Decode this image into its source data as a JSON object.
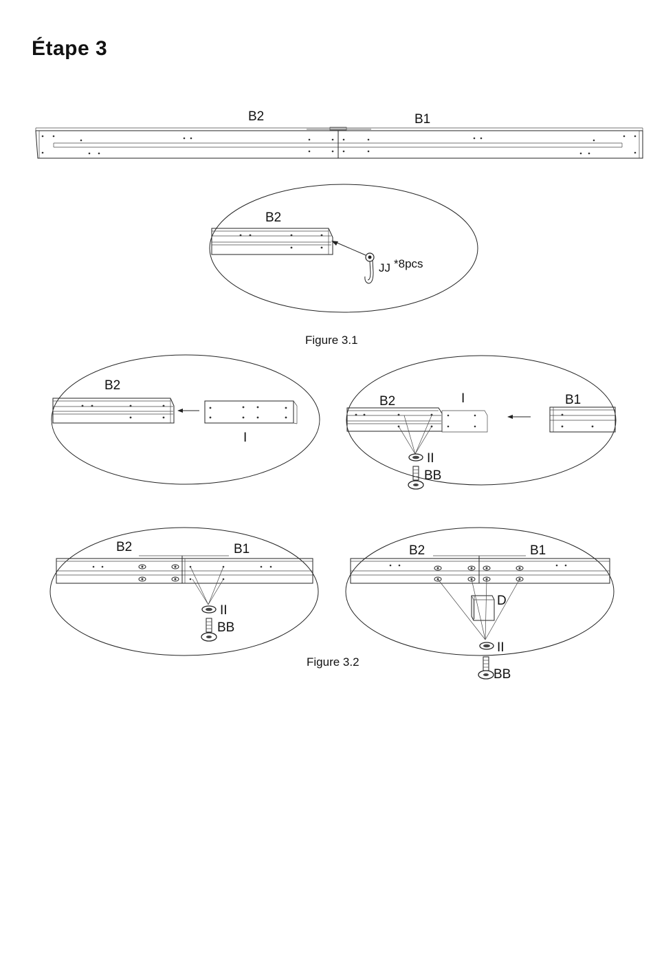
{
  "page": {
    "title": "Étape 3"
  },
  "top_view": {
    "label_left": "B2",
    "label_right": "B1"
  },
  "figure_3_1": {
    "rail_label": "B2",
    "hook_label": "JJ",
    "hook_qty": "*8pcs",
    "caption": "Figure 3.1"
  },
  "figure_3_2": {
    "panel_a": {
      "rail_label": "B2",
      "part_label": "I"
    },
    "panel_b": {
      "label_b2": "B2",
      "label_i": "I",
      "label_b1": "B1",
      "washer_label": "II",
      "bolt_label": "BB"
    },
    "panel_c": {
      "label_b2": "B2",
      "label_b1": "B1",
      "washer_label": "II",
      "bolt_label": "BB"
    },
    "panel_d": {
      "label_b2": "B2",
      "label_b1": "B1",
      "bracket_label": "D",
      "washer_label": "II",
      "bolt_label": "BB"
    },
    "caption": "Figure 3.2"
  }
}
